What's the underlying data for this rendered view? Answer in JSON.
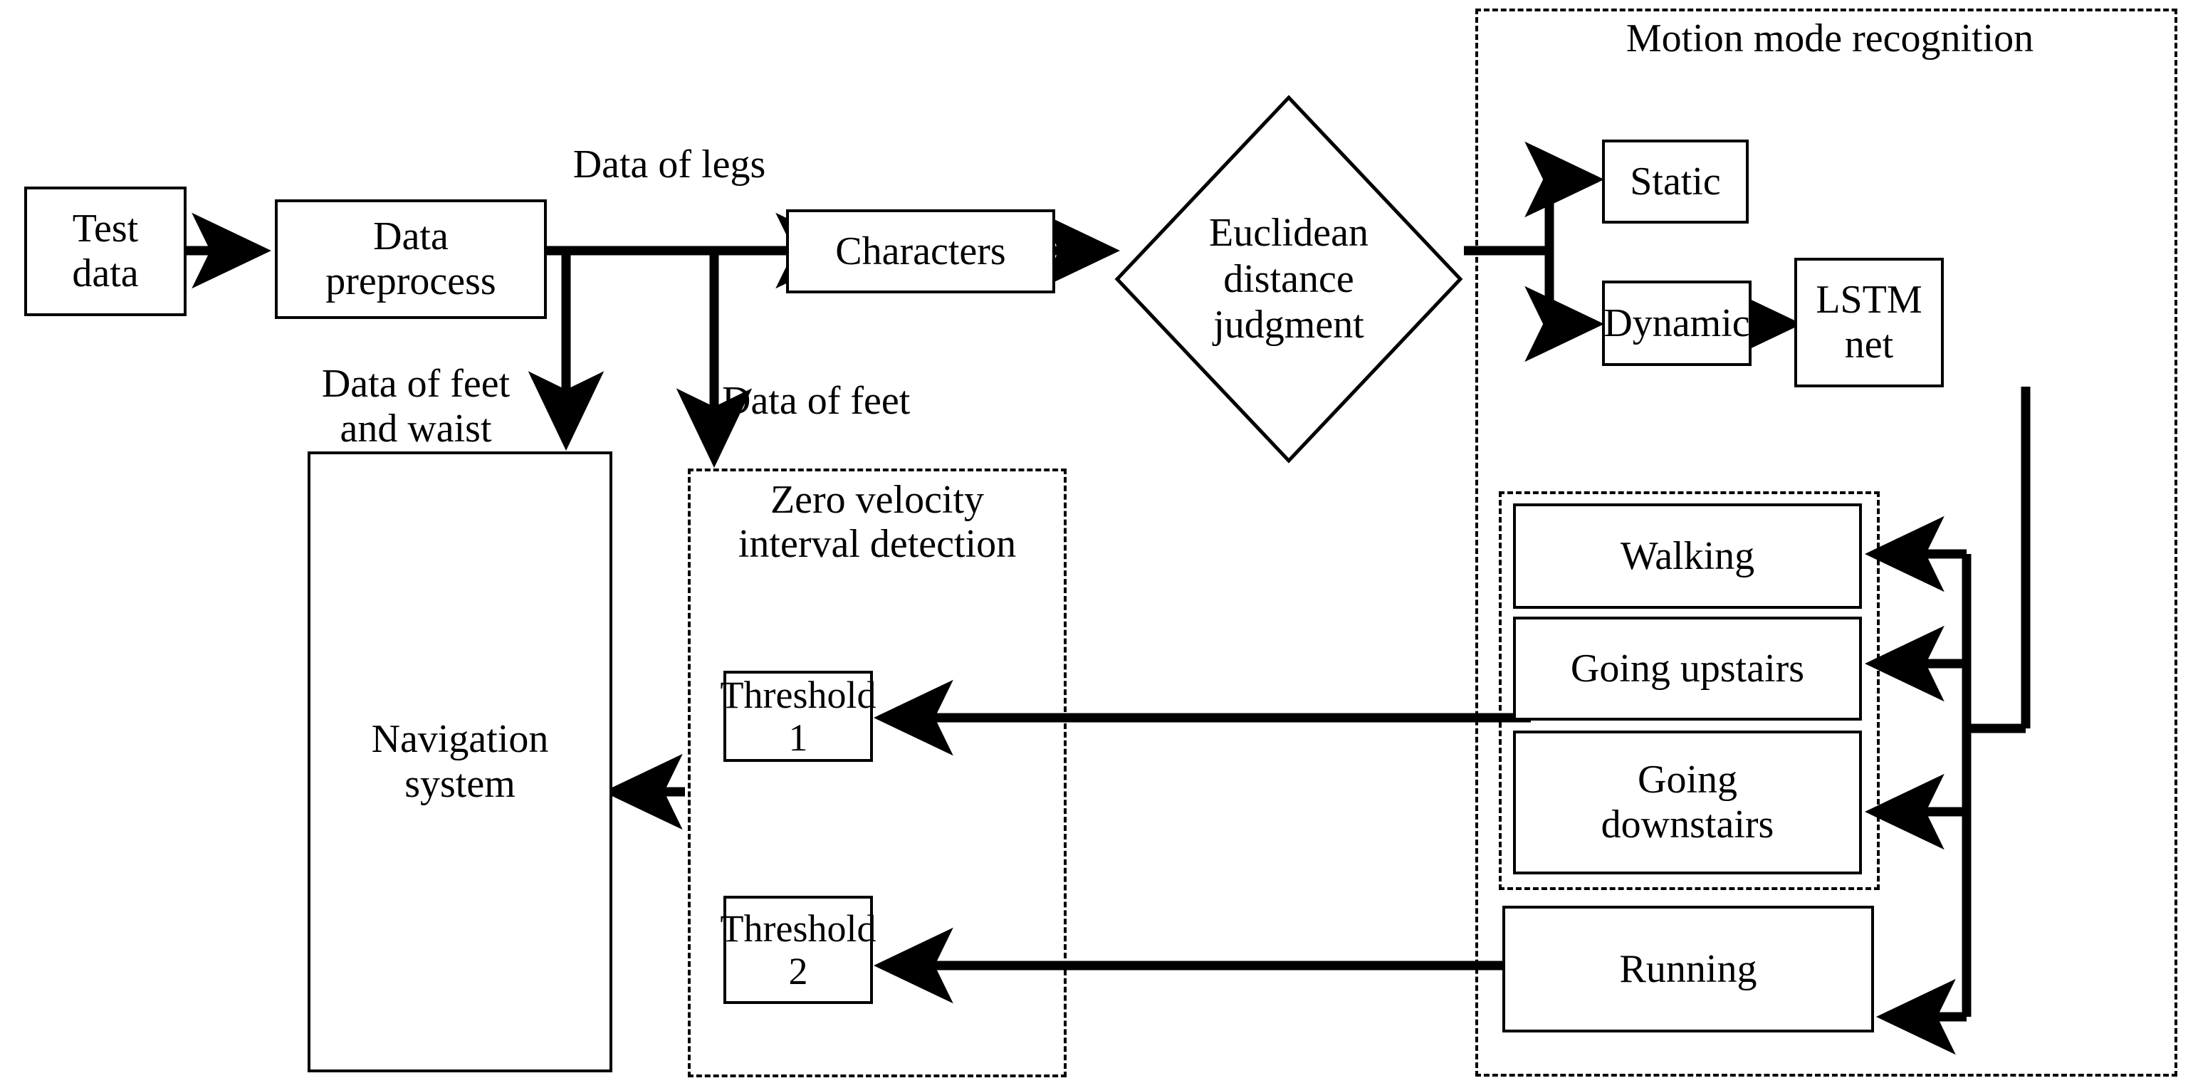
{
  "diagram": {
    "title": "Pedestrian navigation with motion mode recognition flowchart",
    "line_color": "#000000",
    "background_color": "#ffffff"
  },
  "nodes": {
    "test_data": "Test\ndata",
    "data_preprocess": "Data\npreprocess",
    "characters": "Characters",
    "euclidean_judgment": "Euclidean\ndistance\njudgment",
    "static": "Static",
    "dynamic": "Dynamic",
    "lstm_net": "LSTM\nnet",
    "walking": "Walking",
    "going_upstairs": "Going upstairs",
    "going_downstairs": "Going\ndownstairs",
    "running": "Running",
    "threshold_1": "Threshold 1",
    "threshold_2": "Threshold 2",
    "navigation_system": "Navigation\nsystem"
  },
  "zones": {
    "motion_mode_recognition": "Motion mode recognition",
    "zero_velocity": "Zero velocity\ninterval detection",
    "gait_group": ""
  },
  "edge_labels": {
    "data_of_legs": "Data of legs",
    "data_of_feet_and_waist": "Data of feet\nand waist",
    "data_of_feet": "Data of feet"
  }
}
